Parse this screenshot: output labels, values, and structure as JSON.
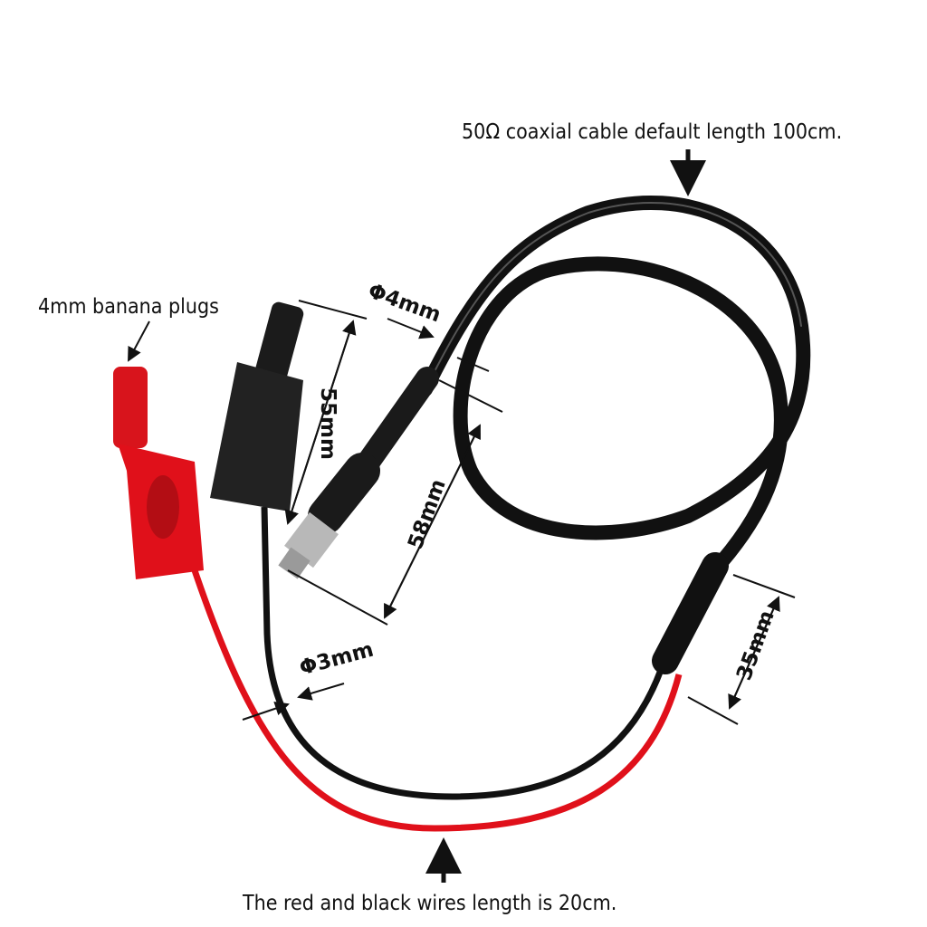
{
  "annotations": {
    "coax": "50Ω coaxial cable default length 100cm.",
    "banana": "4mm banana plugs",
    "wires": "The red and black wires length is 20cm."
  },
  "dimensions": {
    "coax_diameter": "Φ4mm",
    "plug_length": "55mm",
    "bnc_length": "58mm",
    "wire_diameter": "Φ3mm",
    "split_length": "35mm"
  },
  "colors": {
    "red_wire": "#e0101a",
    "black_cable": "#111111",
    "bnc_metal": "#b8b8b8"
  }
}
